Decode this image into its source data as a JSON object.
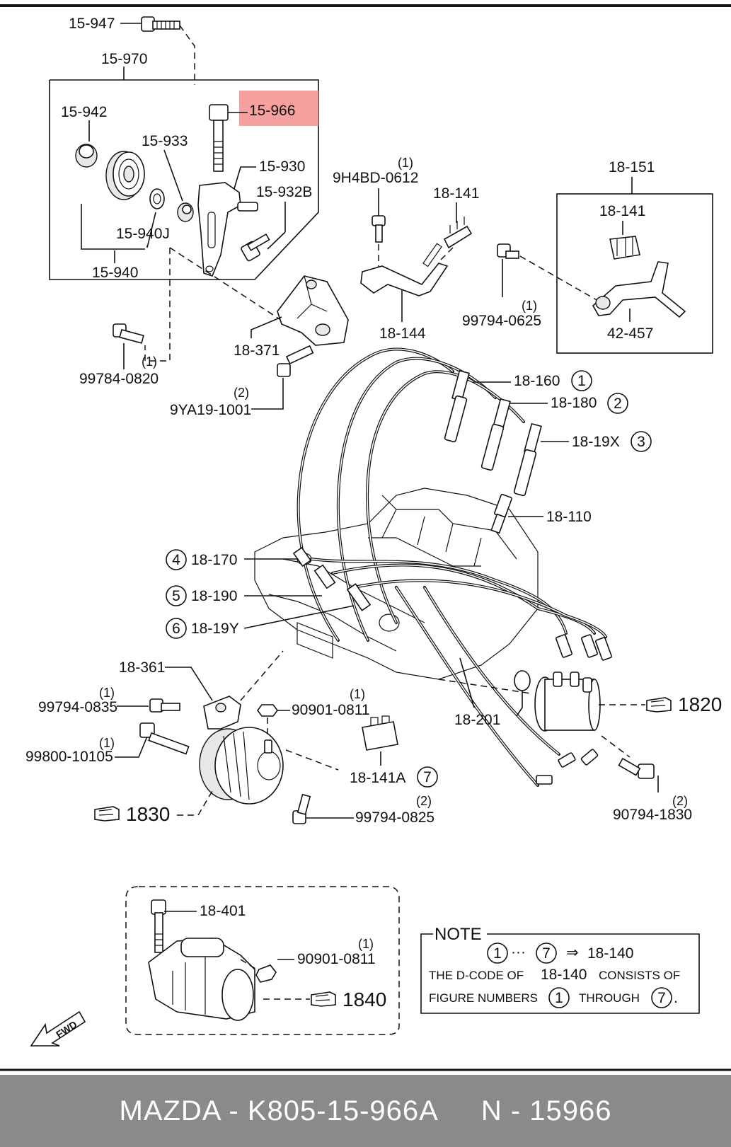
{
  "highlight_color": "#f7a0a0",
  "labels": {
    "p15_947": "15-947",
    "p15_970": "15-970",
    "p15_942": "15-942",
    "p15_966": "15-966",
    "p15_933": "15-933",
    "p15_930": "15-930",
    "p15_932b": "15-932B",
    "p15_940j": "15-940J",
    "p15_940": "15-940",
    "p9h4bd": "9H4BD-0612",
    "p9h4bd_q": "(1)",
    "p18_141a": "18-141",
    "p18_151": "18-151",
    "p18_141b": "18-141",
    "p42_457": "42-457",
    "p99794_0625": "99794-0625",
    "p99794_0625_q": "(1)",
    "p18_144": "18-144",
    "p18_371": "18-371",
    "p99784": "99784-0820",
    "p99784_q": "(1)",
    "p9ya19": "9YA19-1001",
    "p9ya19_q": "(2)",
    "p18_160": "18-160",
    "p18_180": "18-180",
    "p18_19x": "18-19X",
    "p18_110": "18-110",
    "p18_170": "18-170",
    "p18_190": "18-190",
    "p18_19y": "18-19Y",
    "p18_361": "18-361",
    "p99794_0835": "99794-0835",
    "p99794_0835_q": "(1)",
    "p99800": "99800-10105",
    "p99800_q": "(1)",
    "p90901a": "90901-0811",
    "p90901a_q": "(1)",
    "p18_141ax": "18-141A",
    "p18_201": "18-201",
    "p1820": "1820",
    "p1830": "1830",
    "p99794_0825": "99794-0825",
    "p99794_0825_q": "(2)",
    "p90794": "90794-1830",
    "p90794_q": "(2)",
    "p18_401": "18-401",
    "p90901b": "90901-0811",
    "p90901b_q": "(1)",
    "p1840": "1840",
    "fwd": "FWD"
  },
  "circled": {
    "c1": "1",
    "c2": "2",
    "c3": "3",
    "c4": "4",
    "c5": "5",
    "c6": "6",
    "c7": "7"
  },
  "note": {
    "title": "NOTE",
    "from": "1",
    "dots": "···",
    "to": "7",
    "arrow": "⇒",
    "code": "18-140",
    "line2_pre": "THE D-CODE OF",
    "line2_code": "18-140",
    "line2_post": "CONSISTS OF",
    "line3_pre": "FIGURE NUMBERS",
    "line3_a": "1",
    "line3_mid": "THROUGH",
    "line3_b": "7",
    "line3_end": "."
  },
  "footer": {
    "part_number": "MAZDA - K805-15-966A",
    "ref_number": "N - 15966"
  }
}
